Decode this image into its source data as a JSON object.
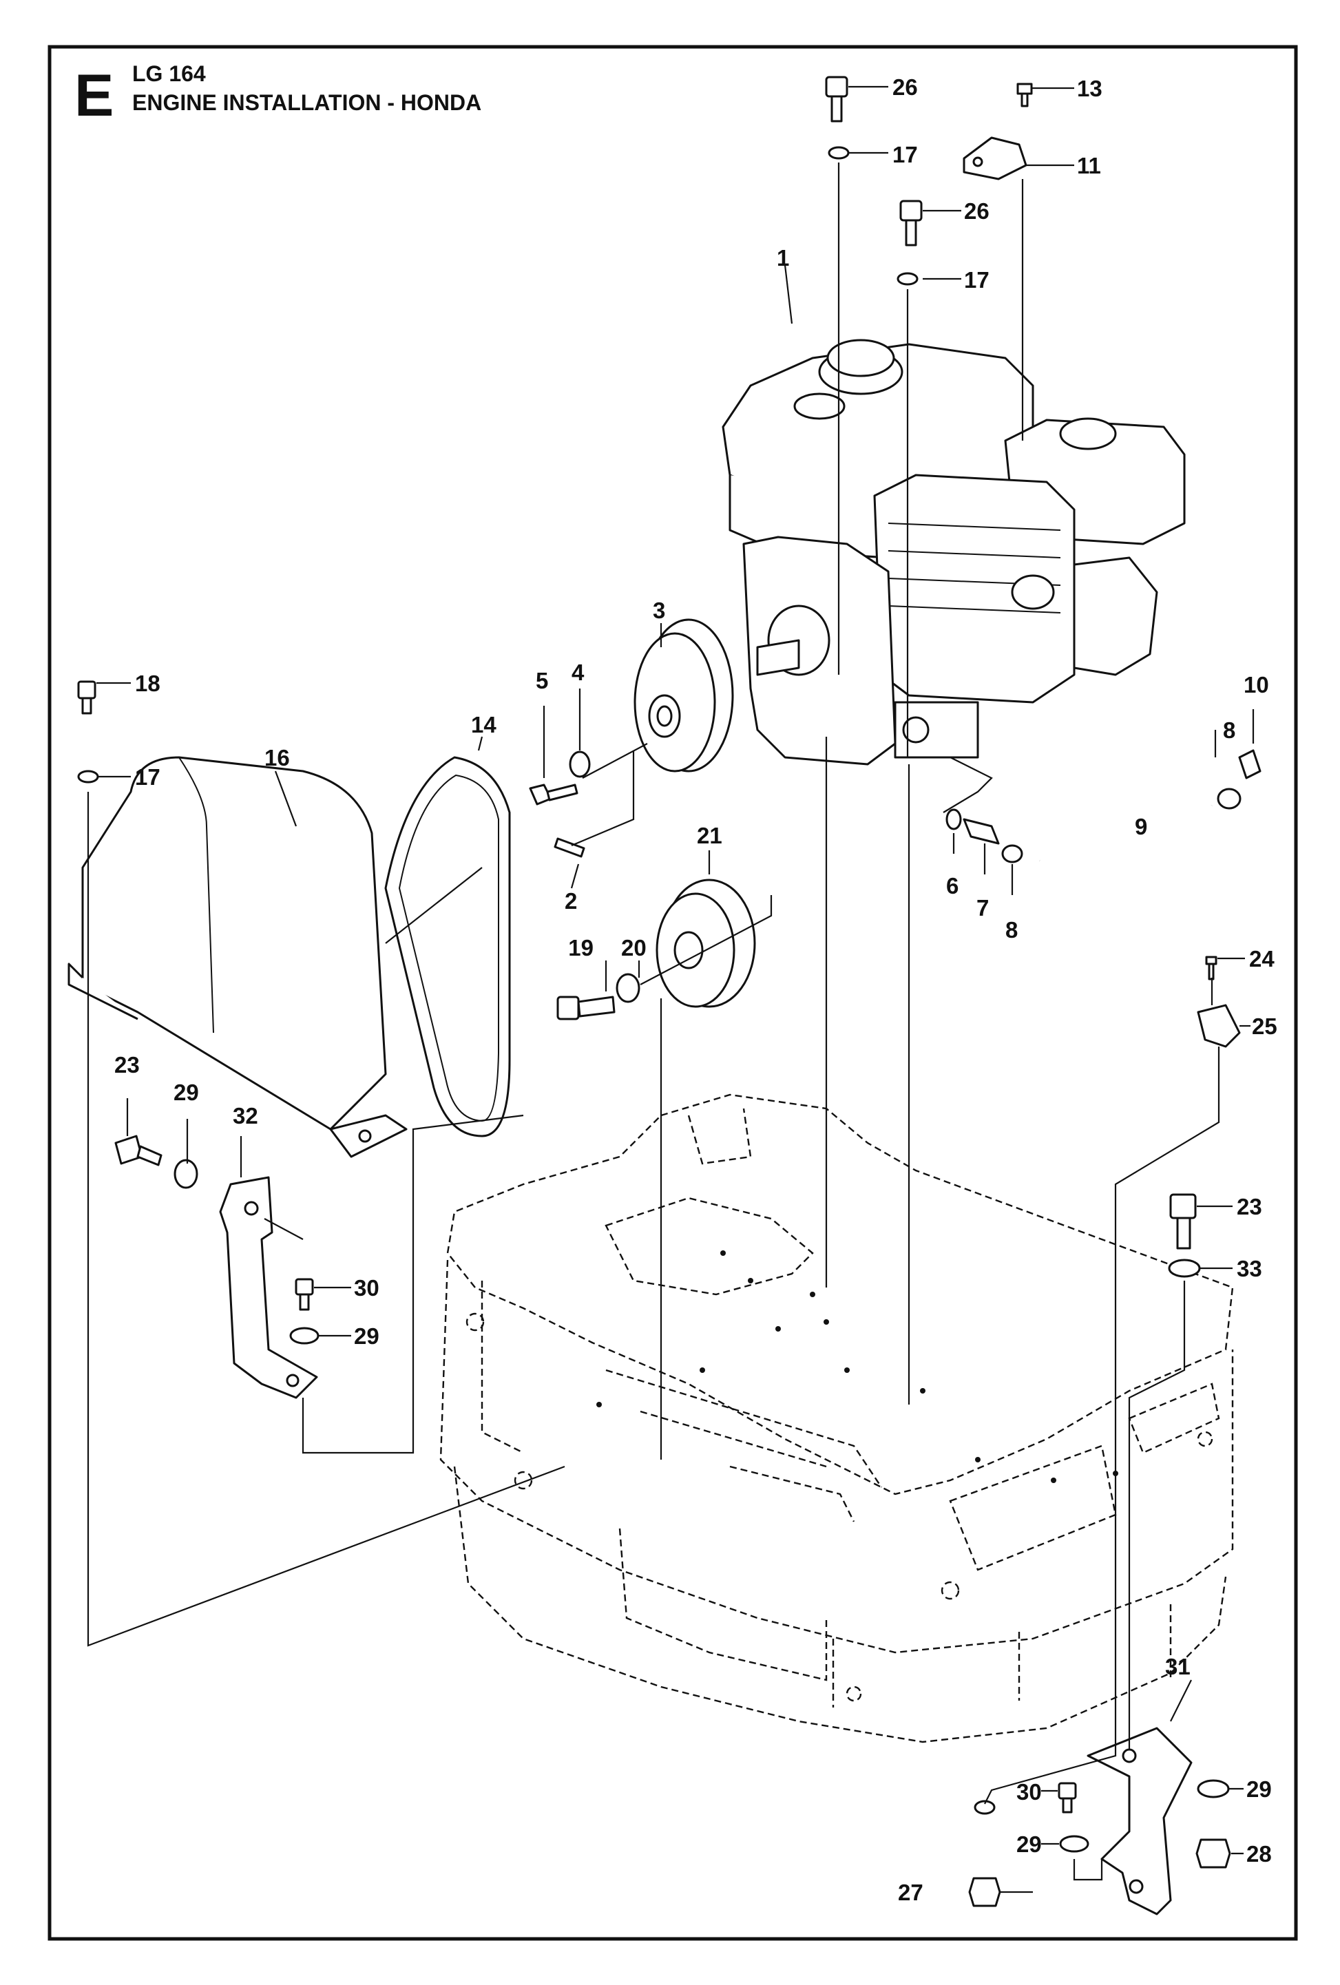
{
  "header": {
    "section_letter": "E",
    "model": "LG 164",
    "title": "ENGINE INSTALLATION - HONDA"
  },
  "callouts": {
    "c1": "1",
    "c2": "2",
    "c3": "3",
    "c4": "4",
    "c5": "5",
    "c6": "6",
    "c7": "7",
    "c8a": "8",
    "c8b": "8",
    "c9": "9",
    "c10": "10",
    "c11": "11",
    "c13": "13",
    "c14": "14",
    "c16": "16",
    "c17a": "17",
    "c17b": "17",
    "c17c": "17",
    "c18": "18",
    "c19": "19",
    "c20": "20",
    "c21": "21",
    "c23a": "23",
    "c23b": "23",
    "c24": "24",
    "c25": "25",
    "c26a": "26",
    "c26b": "26",
    "c27": "27",
    "c28": "28",
    "c29a": "29",
    "c29b": "29",
    "c29c": "29",
    "c29d": "29",
    "c30a": "30",
    "c30b": "30",
    "c31": "31",
    "c32": "32",
    "c33": "33"
  }
}
